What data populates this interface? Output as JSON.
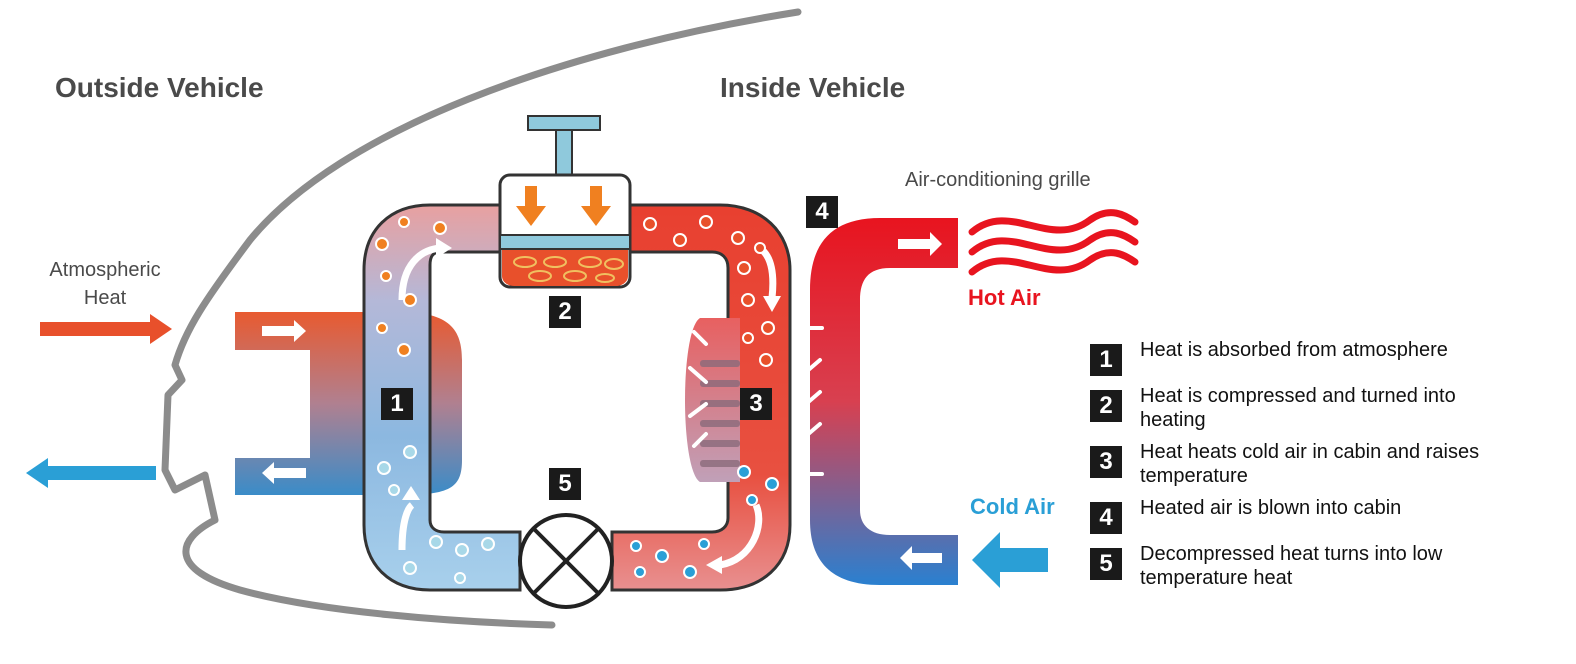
{
  "regions": {
    "outside": "Outside Vehicle",
    "inside": "Inside Vehicle"
  },
  "labels": {
    "atmospheric_heat_line1": "Atmospheric",
    "atmospheric_heat_line2": "Heat",
    "grille": "Air-conditioning grille",
    "hot_air": "Hot Air",
    "cold_air": "Cold Air"
  },
  "badges": [
    "1",
    "2",
    "3",
    "4",
    "5"
  ],
  "legend": [
    {
      "number": "1",
      "text": "Heat is absorbed from atmosphere"
    },
    {
      "number": "2",
      "text": "Heat is compressed and turned into heating"
    },
    {
      "number": "3",
      "text": "Heat heats cold air in cabin and raises temperature"
    },
    {
      "number": "4",
      "text": "Heated air is blown into cabin"
    },
    {
      "number": "5",
      "text": "Decompressed heat turns into low temperature heat"
    }
  ],
  "colors": {
    "hot": "#e8141f",
    "warm": "#e8502b",
    "cold": "#2a9fd6",
    "cool_pipe": "#8ab8e0",
    "badge": "#1a1a1a",
    "hot_label": "#e8141f",
    "cold_label": "#2a9fd6",
    "piston": "#8fc9dc",
    "arrow_orange": "#f08020"
  }
}
